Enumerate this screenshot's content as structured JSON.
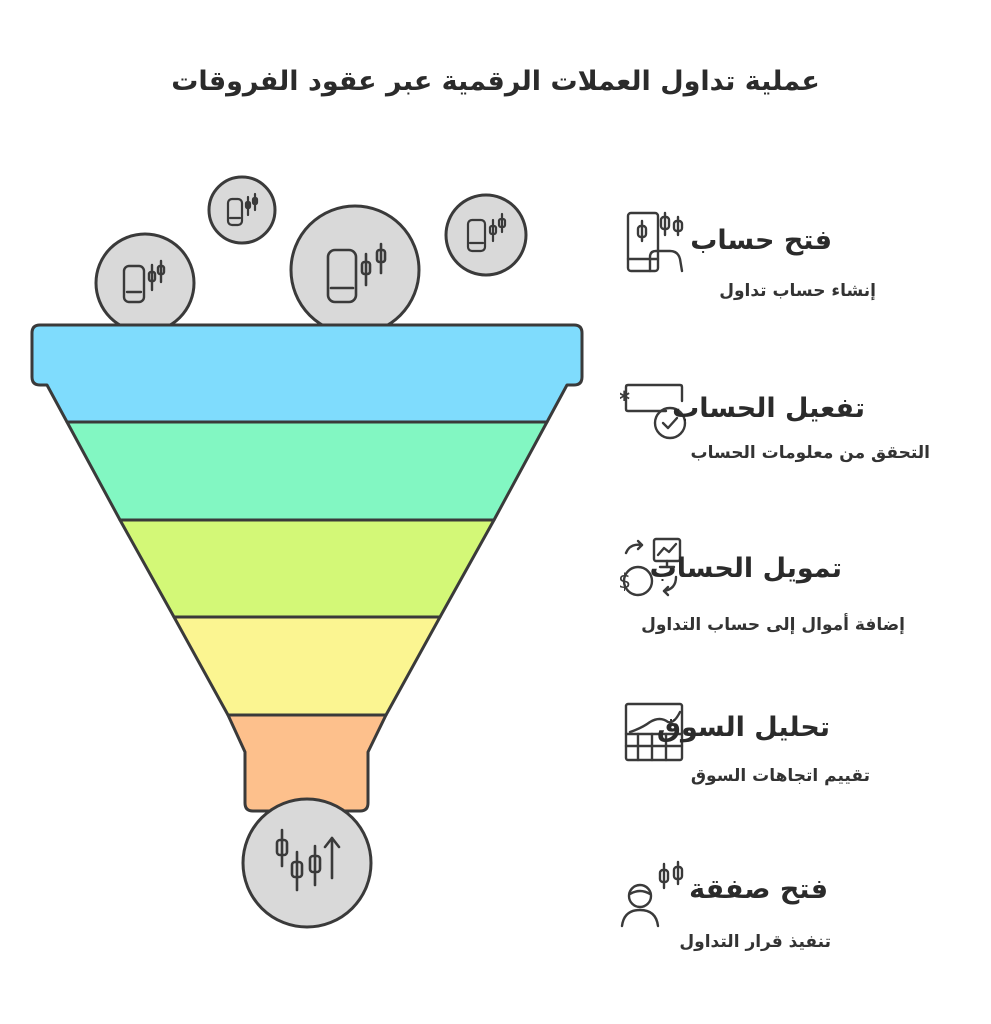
{
  "title": "عملية تداول العملات الرقمية عبر عقود الفروقات",
  "colors": {
    "stroke": "#3a3a3a",
    "coin_fill": "#d9d9d9",
    "layer1": "#7fdcfd",
    "layer2": "#82f7c2",
    "layer3": "#d3f877",
    "layer4": "#fbf591",
    "layer5": "#fdc08c"
  },
  "steps": [
    {
      "title": "فتح حساب",
      "desc": "إنشاء حساب تداول",
      "icon": "phone-candlestick-icon"
    },
    {
      "title": "تفعيل الحساب",
      "desc": "التحقق من معلومات الحساب",
      "icon": "password-verify-icon"
    },
    {
      "title": "تمويل الحساب",
      "desc": "إضافة أموال إلى حساب التداول",
      "icon": "money-transfer-icon"
    },
    {
      "title": "تحليل السوق",
      "desc": "تقييم اتجاهات السوق",
      "icon": "chart-grid-icon"
    },
    {
      "title": "فتح صفقة",
      "desc": "تنفيذ قرار التداول",
      "icon": "trader-icon"
    }
  ]
}
